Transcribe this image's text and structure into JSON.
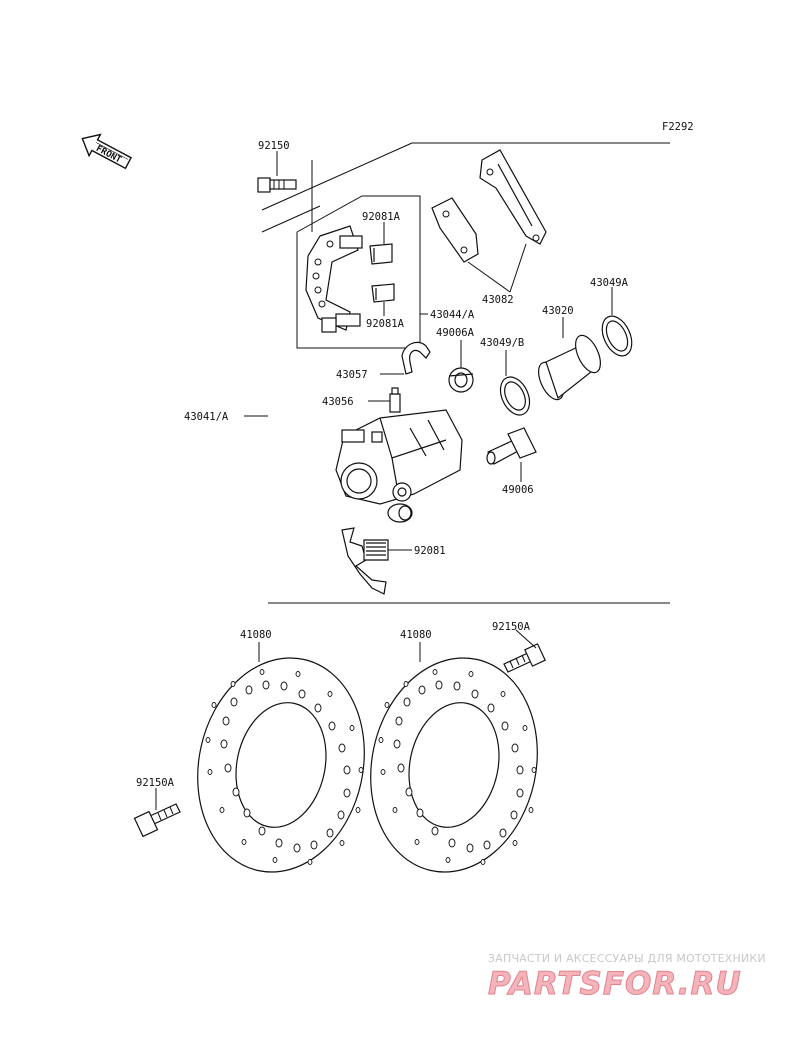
{
  "figure_code": "F2292",
  "front_arrow": "FRONT",
  "labels": {
    "p92150": "92150",
    "p92081A_top": "92081A",
    "p92081A_bot": "92081A",
    "p43044A": "43044/A",
    "p43082": "43082",
    "p43020": "43020",
    "p43049A": "43049A",
    "p49006A": "49006A",
    "p43049B": "43049/B",
    "p43057": "43057",
    "p43056": "43056",
    "p43041A": "43041/A",
    "p49006": "49006",
    "p92081": "92081",
    "p41080_left": "41080",
    "p41080_right": "41080",
    "p92150A_right": "92150A",
    "p92150A_left": "92150A"
  },
  "watermark": {
    "tagline": "ЗАПЧАСТИ И АКСЕССУАРЫ ДЛЯ МОТОТЕХНИКИ",
    "brand": "PARTSFOR.RU"
  }
}
